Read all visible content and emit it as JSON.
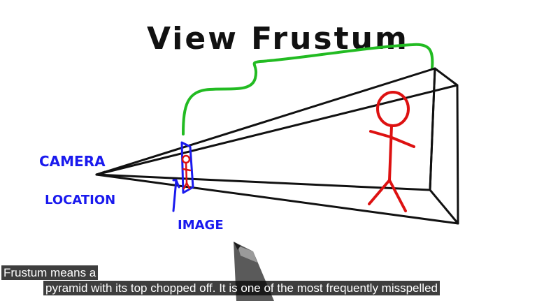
{
  "drawing": {
    "title": "View Frustum",
    "camera_label_line1": "CAMERA",
    "camera_label_line2": "LOCATION",
    "image_label": "IMAGE",
    "colors": {
      "ink": "#111111",
      "frustum_bracket": "#22bb22",
      "figure": "#dd1111",
      "labels": "#1a1aee"
    }
  },
  "captions": {
    "line1": "Frustum means a",
    "line2": "pyramid with its top chopped off. It is one of the most frequently misspelled"
  }
}
